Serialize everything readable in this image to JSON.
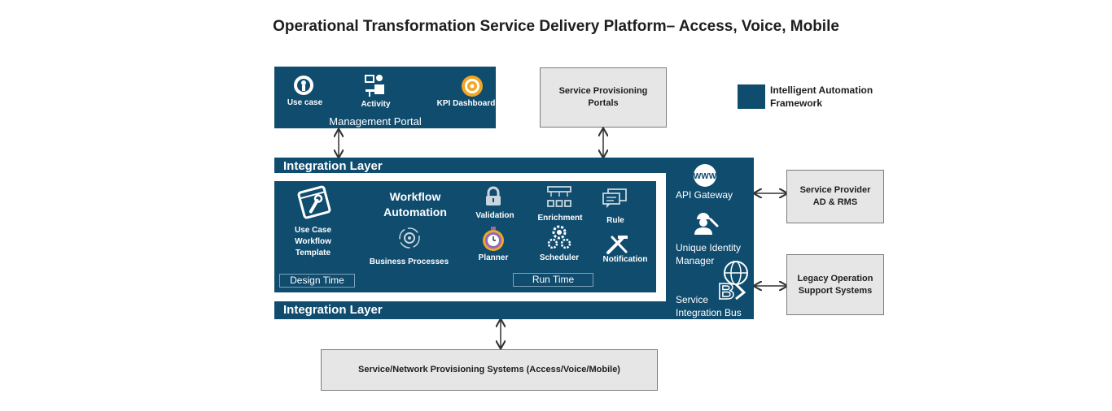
{
  "title": "Operational Transformation Service Delivery Platform– Access, Voice, Mobile",
  "colors": {
    "navy": "#0f4c6e",
    "gray_box": "#e6e6e6",
    "orange_accent": "#f2a623",
    "purple_accent": "#8e6bb8"
  },
  "management_portal": {
    "label": "Management Portal",
    "items": [
      {
        "label": "Use case",
        "icon": "usecase-icon"
      },
      {
        "label": "Activity",
        "icon": "person-desk-icon"
      },
      {
        "label": "KPI Dashboard",
        "icon": "gear-dashboard-icon"
      }
    ]
  },
  "service_provisioning_portals": {
    "line1": "Service Provisioning",
    "line2": "Portals"
  },
  "legend": {
    "line1": "Intelligent Automation",
    "line2": "Framework"
  },
  "integration_layer_top": "Integration Layer",
  "integration_layer_bottom": "Integration Layer",
  "design": {
    "use_case_template": {
      "line1": "Use Case",
      "line2": "Workflow",
      "line3": "Template"
    },
    "workflow_line1": "Workflow",
    "workflow_line2": "Automation",
    "business_processes": "Business Processes",
    "design_time": "Design Time"
  },
  "runtime": {
    "items": [
      {
        "label": "Validation",
        "icon": "lock-icon"
      },
      {
        "label": "Enrichment",
        "icon": "hierarchy-icon"
      },
      {
        "label": "Rule",
        "icon": "chat-bubbles-icon"
      },
      {
        "label": "Planner",
        "icon": "stopwatch-icon"
      },
      {
        "label": "Scheduler",
        "icon": "gears-icon"
      },
      {
        "label": "Notification",
        "icon": "tools-icon"
      }
    ],
    "run_time": "Run Time"
  },
  "side_panel": {
    "www": "WWW",
    "api_gateway": "API Gateway",
    "identity_line1": "Unique Identity",
    "identity_line2": "Manager",
    "bus_line1": "Service",
    "bus_line2": "Integration Bus"
  },
  "service_provider": {
    "line1": "Service Provider",
    "line2": "AD & RMS"
  },
  "legacy": {
    "line1": "Legacy Operation",
    "line2": "Support Systems"
  },
  "provisioning_systems": "Service/Network Provisioning Systems (Access/Voice/Mobile)"
}
